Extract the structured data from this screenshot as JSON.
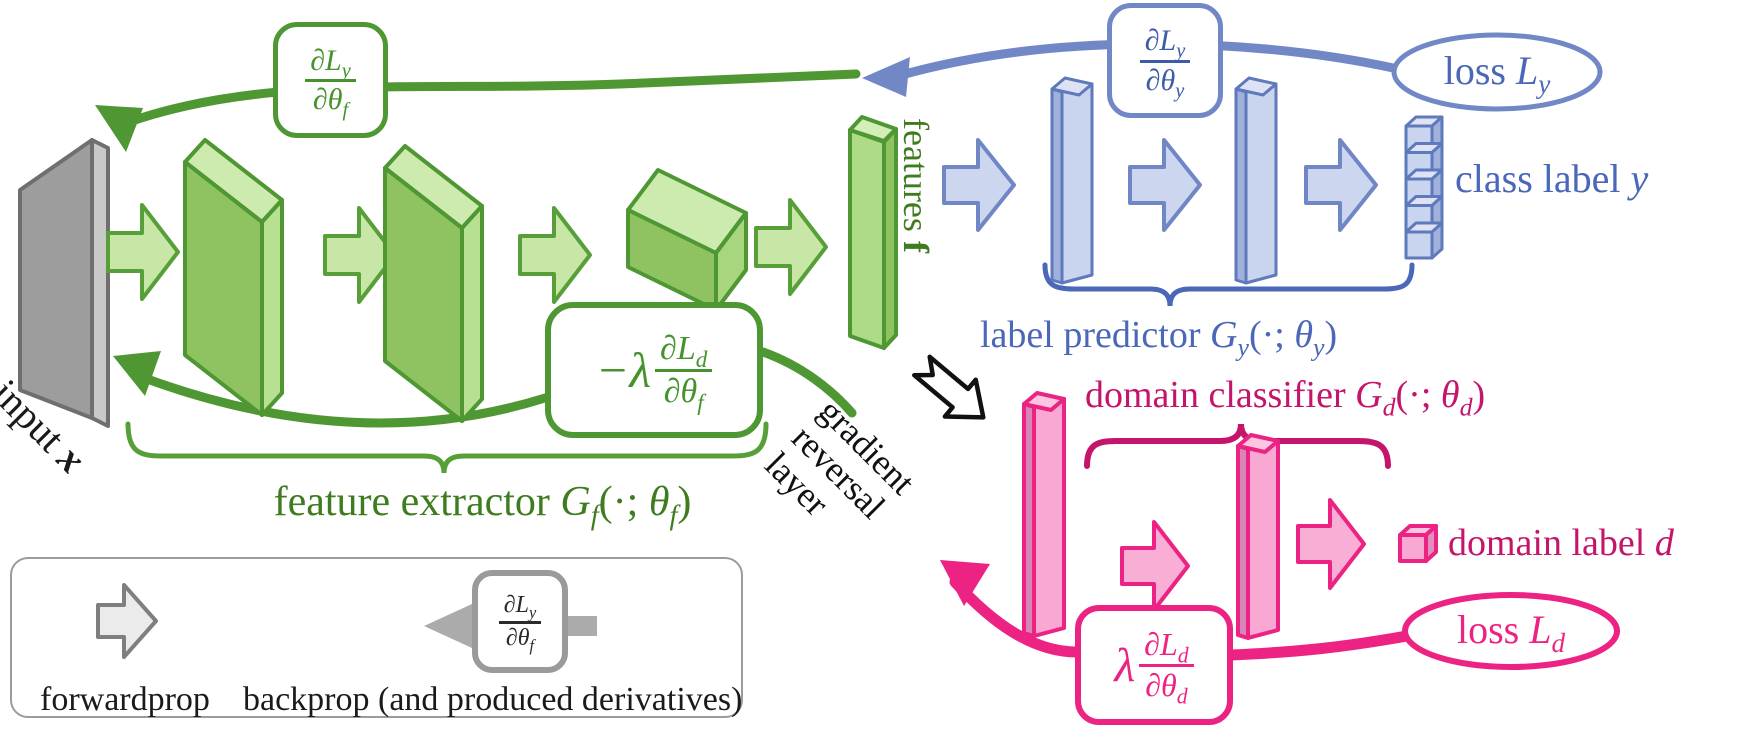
{
  "figure": "domain-adversarial neural network architecture",
  "colors": {
    "green_stroke": "#4e9732",
    "green_text_dark": "#3e7c1f",
    "green_fill_front": "#8fc261",
    "green_fill_light": "#cdeaaf",
    "blue_stroke": "#7287c6",
    "blue_text": "#4a67b8",
    "blue_fill_light": "#c9d4ef",
    "pink_stroke": "#ec2383",
    "magenta_text_dark": "#c4156b",
    "pink_fill_light": "#f8a8d2",
    "gray_fill": "#9d9d9d",
    "black": "#1a1a1a"
  },
  "labels": {
    "input": "input <b><i>x</i></b>",
    "features": "features <b>f</b>",
    "feature_extractor": "feature extractor <i>G<sub>f</sub></i>(·; <i>θ<sub>f</sub></i>)",
    "label_predictor": "label predictor <i>G<sub>y</sub></i>(·; <i>θ<sub>y</sub></i>)",
    "domain_classifier": "domain classifier <i>G<sub>d</sub></i>(·; <i>θ<sub>d</sub></i>)",
    "class_label": "class label <i>y</i>",
    "domain_label": "domain label <i>d</i>",
    "loss_y": "loss <i>L<sub>y</sub></i>",
    "loss_d": "loss <i>L<sub>d</sub></i>",
    "grl_line1": "gradient",
    "grl_line2": "reversal",
    "grl_line3": "layer"
  },
  "gradients": {
    "dLy_dThf": {
      "num": "∂<i>L<sub>y</sub></i>",
      "den": "∂<i>θ<sub>f</sub></i>"
    },
    "dLy_dThy": {
      "num": "∂<i>L<sub>y</sub></i>",
      "den": "∂<i>θ<sub>y</sub></i>"
    },
    "neg_lambda_dLd_dThf": {
      "prefix": "−<i>λ</i>",
      "num": "∂<i>L<sub>d</sub></i>",
      "den": "∂<i>θ<sub>f</sub></i>"
    },
    "lambda_dLd_dThd": {
      "prefix": "<i>λ</i>",
      "num": "∂<i>L<sub>d</sub></i>",
      "den": "∂<i>θ<sub>d</sub></i>"
    },
    "legend_frac": {
      "num": "∂<i>L<sub>y</sub></i>",
      "den": "∂<i>θ<sub>f</sub></i>"
    }
  },
  "legend": {
    "forward": "forwardprop",
    "backward": "backprop (and produced derivatives)"
  }
}
